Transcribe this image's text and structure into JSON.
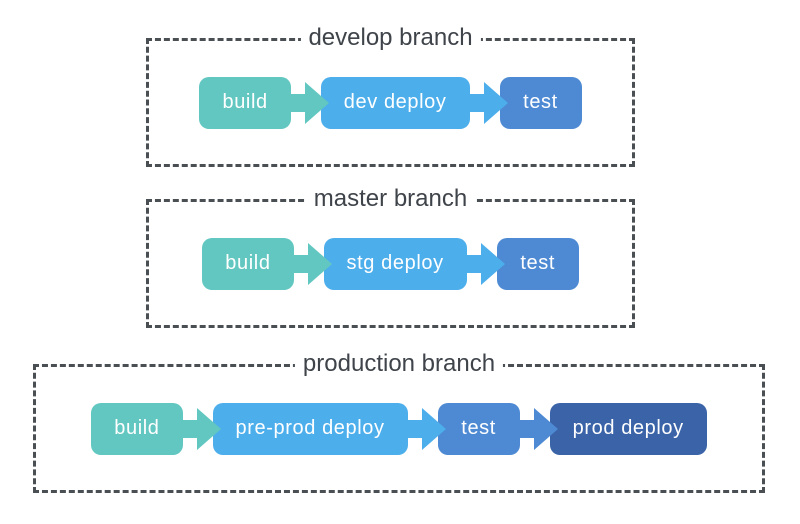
{
  "diagram": {
    "branches": [
      {
        "label": "develop branch",
        "stages": [
          {
            "label": "build",
            "color_key": "teal"
          },
          {
            "label": "dev deploy",
            "color_key": "sky"
          },
          {
            "label": "test",
            "color_key": "blue"
          }
        ]
      },
      {
        "label": "master branch",
        "stages": [
          {
            "label": "build",
            "color_key": "teal"
          },
          {
            "label": "stg deploy",
            "color_key": "sky"
          },
          {
            "label": "test",
            "color_key": "blue"
          }
        ]
      },
      {
        "label": "production branch",
        "stages": [
          {
            "label": "build",
            "color_key": "teal"
          },
          {
            "label": "pre-prod deploy",
            "color_key": "sky"
          },
          {
            "label": "test",
            "color_key": "blue"
          },
          {
            "label": "prod deploy",
            "color_key": "navy"
          }
        ]
      }
    ],
    "colors": {
      "teal": "#62c7c1",
      "sky": "#4daeec",
      "blue": "#4e8ad3",
      "navy": "#3a63a8",
      "border": "#4a4f54",
      "title_text": "#3f444a",
      "stage_text": "#ffffff"
    }
  }
}
